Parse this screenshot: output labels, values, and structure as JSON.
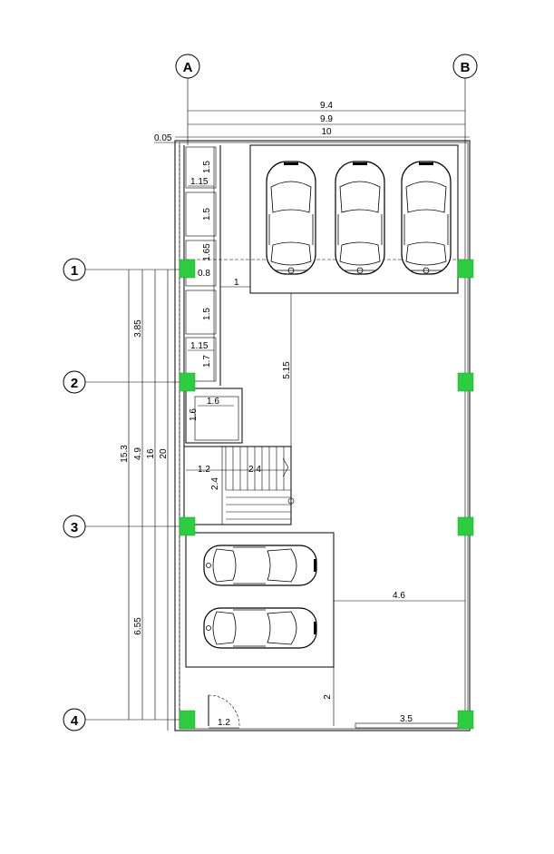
{
  "grid": {
    "columns": [
      "A",
      "B"
    ],
    "rows": [
      "1",
      "2",
      "3",
      "4"
    ]
  },
  "top_dims": [
    "9.4",
    "9.9",
    "10",
    "0.05"
  ],
  "left_dims": [
    "3.85",
    "15.3",
    "4.9",
    "16",
    "20",
    "6.55"
  ],
  "room_dims": {
    "r1": "1.5",
    "r1w": "1.15",
    "r2": "1.5",
    "r3": "1.65",
    "r3w": "0.8",
    "step1": "1",
    "r4": "1.5",
    "r5w": "1.15",
    "r5": "1.7",
    "wc_w": "1.6",
    "wc_h": "1.6",
    "corridor": "5.15",
    "stair_w1": "1.2",
    "stair_w2": "2.4",
    "stair_h": "2.4",
    "yard_w": "4.6",
    "front_depth": "2",
    "door_w": "1.2",
    "gate_w": "3.5"
  },
  "colors": {
    "column": "#2ecc40",
    "line": "#000000"
  },
  "icons": {
    "parked_car": "car-topview-icon",
    "grid_bubble": "grid-bubble-icon"
  }
}
